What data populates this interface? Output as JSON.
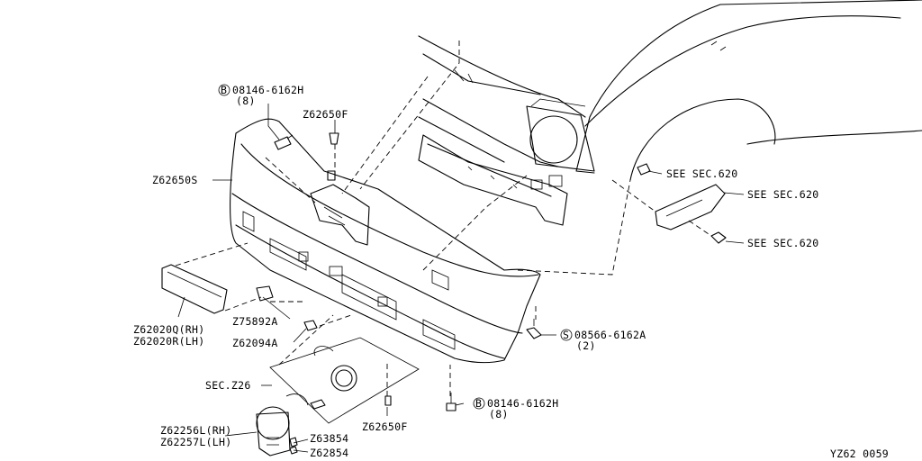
{
  "labels": {
    "bolt_top_pn": "08146-6162H",
    "bolt_top_qty": "(8)",
    "clip_top": "Z62650F",
    "bumper_fascia": "Z62650S",
    "reflector_rh": "Z62020Q(RH)",
    "reflector_lh": "Z62020R(LH)",
    "bracket": "Z75892A",
    "clip_mid": "Z62094A",
    "fog_section": "SEC.Z26",
    "fog_rh": "Z62256L(RH)",
    "fog_lh": "Z62257L(LH)",
    "fog_clip_a": "Z63854",
    "fog_clip_b": "Z62854",
    "clip_bottom": "Z62650F",
    "bolt_bottom_pn": "08146-6162H",
    "bolt_bottom_qty": "(8)",
    "screw_pn": "08566-6162A",
    "screw_qty": "(2)",
    "see_sec_1": "SEE SEC.620",
    "see_sec_2": "SEE SEC.620",
    "see_sec_3": "SEE SEC.620",
    "diagram_id": "YZ62 0059"
  },
  "symbols": {
    "bolt_b": "B",
    "screw_s": "S"
  }
}
